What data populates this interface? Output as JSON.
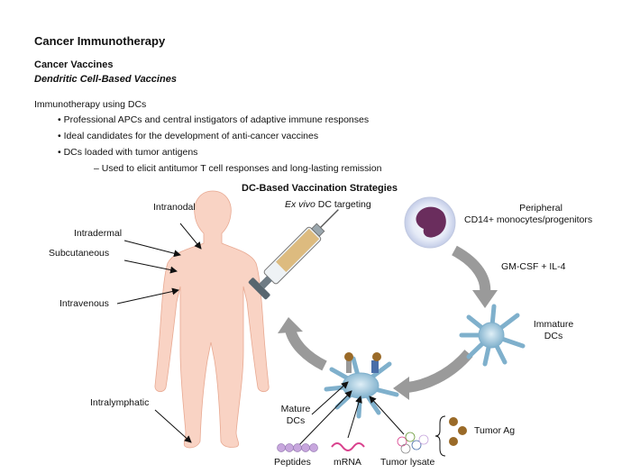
{
  "header": {
    "title": "Cancer Immunotherapy",
    "section": "Cancer Vaccines",
    "subsection": "Dendritic Cell-Based Vaccines"
  },
  "intro": "Immunotherapy using DCs",
  "bullets": [
    "• Professional APCs and central instigators of adaptive immune responses",
    "• Ideal candidates for the development of anti-cancer vaccines",
    "• DCs loaded with tumor antigens"
  ],
  "sub_bullet": "– Used to elicit antitumor T cell responses and long-lasting remission",
  "diagram": {
    "title": "DC-Based Vaccination Strategies",
    "ex_vivo_italic": "Ex vivo",
    "ex_vivo_rest": " DC targeting",
    "routes": [
      "Intranodal",
      "Intradermal",
      "Subcutaneous",
      "Intravenous",
      "Intralymphatic"
    ],
    "peripheral_line1": "Peripheral",
    "peripheral_line2": "CD14+ monocytes/progenitors",
    "cytokines": "GM-CSF + IL-4",
    "immature_line1": "Immature",
    "immature_line2": "DCs",
    "mature_line1": "Mature",
    "mature_line2": "DCs",
    "antigens": [
      "Peptides",
      "mRNA",
      "Tumor lysate"
    ],
    "tumor_ag": "Tumor Ag"
  },
  "colors": {
    "skin": "#f9d3c4",
    "skin_stroke": "#e8a992",
    "arrow_gray": "#9a9a9a",
    "dc_blue": "#9ec4d9",
    "cell_purple": "#6a2d5d",
    "peptide": "#c7a6dd",
    "mrna": "#d9418d",
    "tumor_ag": "#9a6a28"
  }
}
